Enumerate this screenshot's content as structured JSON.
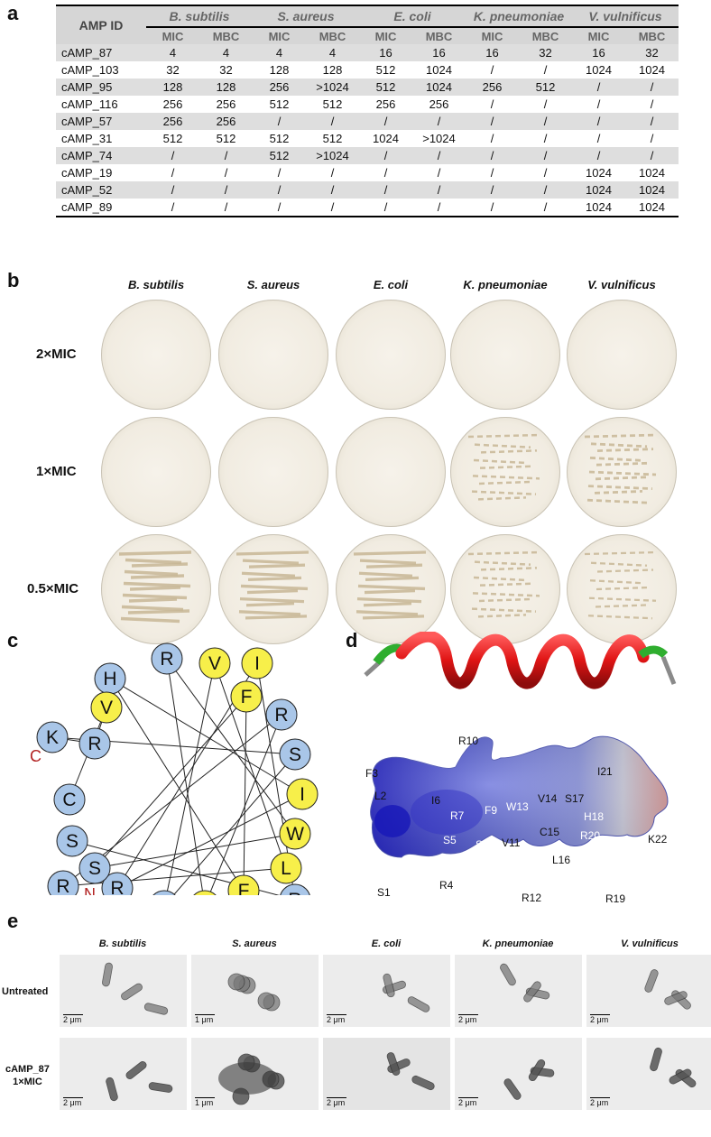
{
  "panel_letters": {
    "a": "a",
    "b": "b",
    "c": "c",
    "d": "d",
    "e": "e"
  },
  "table": {
    "id_header": "AMP ID",
    "species": [
      "B. subtilis",
      "S. aureus",
      "E. coli",
      "K. pneumoniae",
      "V. vulnificus"
    ],
    "sub_headers": [
      "MIC",
      "MBC"
    ],
    "rows": [
      {
        "id": "cAMP_87",
        "values": [
          "4",
          "4",
          "4",
          "4",
          "16",
          "16",
          "16",
          "32",
          "16",
          "32"
        ]
      },
      {
        "id": "cAMP_103",
        "values": [
          "32",
          "32",
          "128",
          "128",
          "512",
          "1024",
          "/",
          "/",
          "1024",
          "1024"
        ]
      },
      {
        "id": "cAMP_95",
        "values": [
          "128",
          "128",
          "256",
          ">1024",
          "512",
          "1024",
          "256",
          "512",
          "/",
          "/"
        ]
      },
      {
        "id": "cAMP_116",
        "values": [
          "256",
          "256",
          "512",
          "512",
          "256",
          "256",
          "/",
          "/",
          "/",
          "/"
        ]
      },
      {
        "id": "cAMP_57",
        "values": [
          "256",
          "256",
          "/",
          "/",
          "/",
          "/",
          "/",
          "/",
          "/",
          "/"
        ]
      },
      {
        "id": "cAMP_31",
        "values": [
          "512",
          "512",
          "512",
          "512",
          "1024",
          ">1024",
          "/",
          "/",
          "/",
          "/"
        ]
      },
      {
        "id": "cAMP_74",
        "values": [
          "/",
          "/",
          "512",
          ">1024",
          "/",
          "/",
          "/",
          "/",
          "/",
          "/"
        ]
      },
      {
        "id": "cAMP_19",
        "values": [
          "/",
          "/",
          "/",
          "/",
          "/",
          "/",
          "/",
          "/",
          "1024",
          "1024"
        ]
      },
      {
        "id": "cAMP_52",
        "values": [
          "/",
          "/",
          "/",
          "/",
          "/",
          "/",
          "/",
          "/",
          "1024",
          "1024"
        ]
      },
      {
        "id": "cAMP_89",
        "values": [
          "/",
          "/",
          "/",
          "/",
          "/",
          "/",
          "/",
          "/",
          "1024",
          "1024"
        ]
      }
    ]
  },
  "plates": {
    "species": [
      "B. subtilis",
      "S. aureus",
      "E. coli",
      "K. pneumoniae",
      "V. vulnificus"
    ],
    "rows": [
      "2×MIC",
      "1×MIC",
      "0.5×MIC"
    ],
    "growth": [
      [
        0,
        0,
        0,
        0,
        0
      ],
      [
        0,
        0,
        0,
        0.6,
        0.7
      ],
      [
        1,
        0.9,
        0.9,
        0.6,
        0.5
      ]
    ]
  },
  "wheel": {
    "residues": [
      {
        "aa": "H",
        "c": "#a9c6e8"
      },
      {
        "aa": "R",
        "c": "#a9c6e8"
      },
      {
        "aa": "V",
        "c": "#f7ef4a"
      },
      {
        "aa": "I",
        "c": "#f7ef4a"
      },
      {
        "aa": "F",
        "c": "#f7ef4a"
      },
      {
        "aa": "R",
        "c": "#a9c6e8"
      },
      {
        "aa": "S",
        "c": "#a9c6e8"
      },
      {
        "aa": "I",
        "c": "#f7ef4a"
      },
      {
        "aa": "W",
        "c": "#f7ef4a"
      },
      {
        "aa": "L",
        "c": "#f7ef4a"
      },
      {
        "aa": "R",
        "c": "#a9c6e8"
      },
      {
        "aa": "F",
        "c": "#f7ef4a"
      },
      {
        "aa": "L",
        "c": "#f7ef4a"
      },
      {
        "aa": "R",
        "c": "#a9c6e8"
      },
      {
        "aa": "R",
        "c": "#a9c6e8"
      },
      {
        "aa": "S",
        "c": "#a9c6e8"
      },
      {
        "aa": "R",
        "c": "#a9c6e8"
      },
      {
        "aa": "S",
        "c": "#a9c6e8"
      },
      {
        "aa": "C",
        "c": "#a9c6e8"
      },
      {
        "aa": "K",
        "c": "#a9c6e8"
      },
      {
        "aa": "R",
        "c": "#a9c6e8"
      },
      {
        "aa": "V",
        "c": "#f7ef4a"
      }
    ],
    "c_label": "C",
    "n_label": "N",
    "terminal_color": "#b22222"
  },
  "surface_labels": [
    {
      "t": "R10",
      "w": false
    },
    {
      "t": "I21",
      "w": false
    },
    {
      "t": "F3",
      "w": false
    },
    {
      "t": "L2",
      "w": false
    },
    {
      "t": "I6",
      "w": false
    },
    {
      "t": "V14",
      "w": false
    },
    {
      "t": "S17",
      "w": false
    },
    {
      "t": "R7",
      "w": true
    },
    {
      "t": "F9",
      "w": true
    },
    {
      "t": "W13",
      "w": true
    },
    {
      "t": "H18",
      "w": true
    },
    {
      "t": "V11",
      "w": false
    },
    {
      "t": "C15",
      "w": false
    },
    {
      "t": "R20",
      "w": true
    },
    {
      "t": "K22",
      "w": false
    },
    {
      "t": "S5",
      "w": true
    },
    {
      "t": "S8",
      "w": true
    },
    {
      "t": "L16",
      "w": false
    },
    {
      "t": "S1",
      "w": false
    },
    {
      "t": "R4",
      "w": false
    },
    {
      "t": "R12",
      "w": false
    },
    {
      "t": "R19",
      "w": false
    }
  ],
  "tem": {
    "species": [
      "B. subtilis",
      "S. aureus",
      "E. coli",
      "K. pneumoniae",
      "V. vulnificus"
    ],
    "row_untreated": "Untreated",
    "row_treated_1": "cAMP_87",
    "row_treated_2": "1×MIC",
    "scales": [
      [
        "2 μm",
        "1 μm",
        "2 μm",
        "2 μm",
        "2 μm"
      ],
      [
        "2 μm",
        "1 μm",
        "2 μm",
        "2 μm",
        "2 μm"
      ]
    ]
  }
}
